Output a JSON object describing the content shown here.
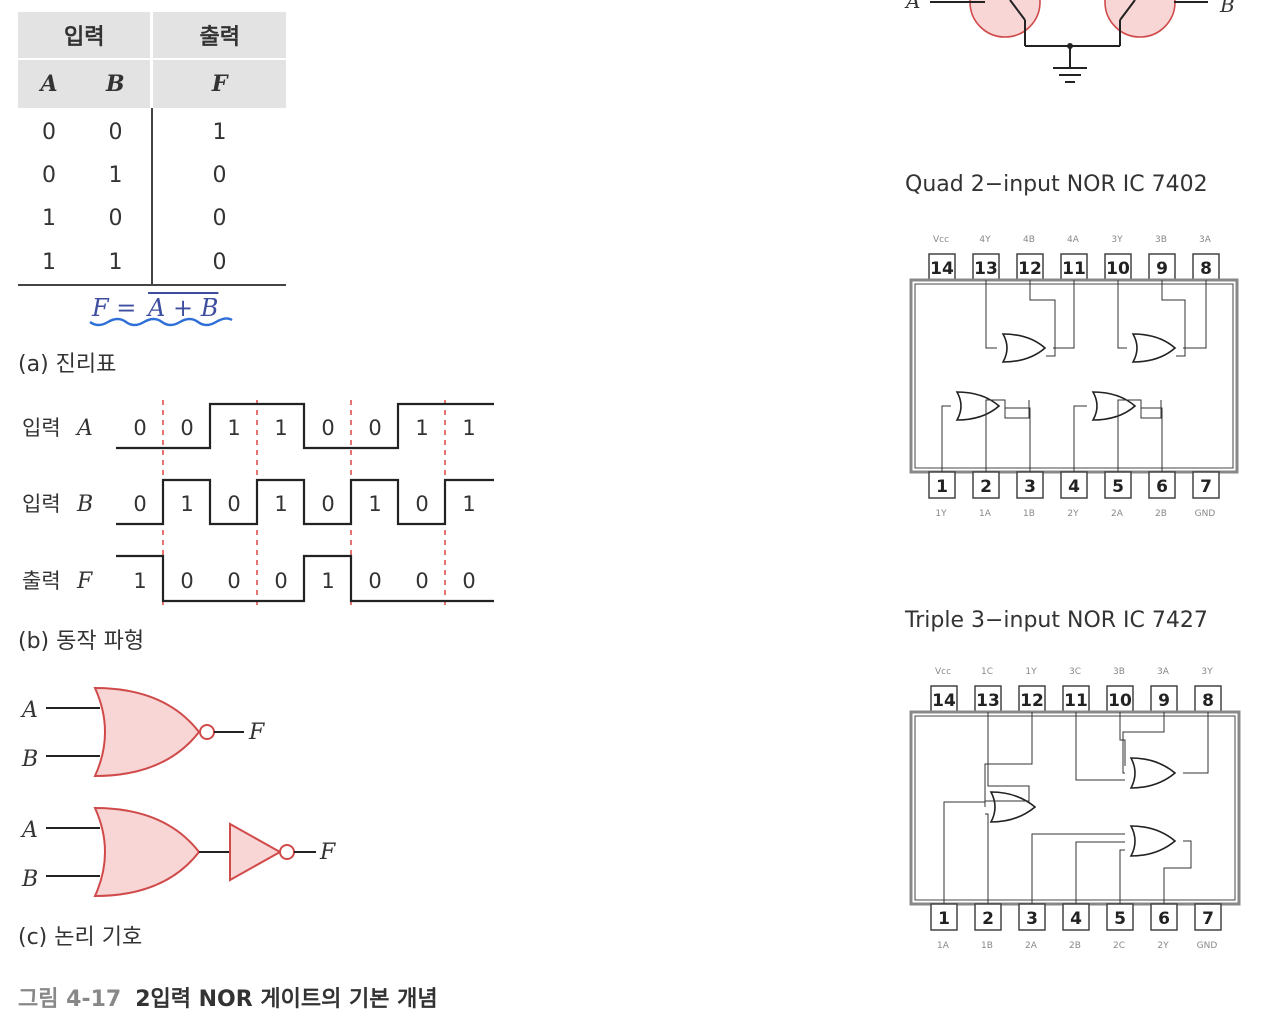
{
  "truth_table": {
    "input_header": "입력",
    "output_header": "출력",
    "columns": [
      "A",
      "B",
      "F"
    ],
    "rows": [
      [
        "0",
        "0",
        "1"
      ],
      [
        "0",
        "1",
        "0"
      ],
      [
        "1",
        "0",
        "0"
      ],
      [
        "1",
        "1",
        "0"
      ]
    ]
  },
  "formula": {
    "lhs": "F =",
    "rhs": "A + B"
  },
  "captions": {
    "a": "(a) 진리표",
    "b": "(b) 동작 파형",
    "c": "(c) 논리 기호",
    "figure_number": "그림 4-17",
    "figure_title": "2입력 NOR 게이트의 기본 개념"
  },
  "waveforms": {
    "signals": [
      {
        "label_prefix": "입력",
        "label_var": "A",
        "values": [
          "0",
          "0",
          "1",
          "1",
          "0",
          "0",
          "1",
          "1"
        ]
      },
      {
        "label_prefix": "입력",
        "label_var": "B",
        "values": [
          "0",
          "1",
          "0",
          "1",
          "0",
          "1",
          "0",
          "1"
        ]
      },
      {
        "label_prefix": "출력",
        "label_var": "F",
        "values": [
          "1",
          "0",
          "0",
          "0",
          "1",
          "0",
          "0",
          "0"
        ]
      }
    ]
  },
  "logic_symbols": {
    "input_a": "A",
    "input_b": "B",
    "output": "F"
  },
  "transistor_labels": {
    "left": "A",
    "right": "B"
  },
  "ic_7402": {
    "title": "Quad 2−input NOR IC 7402",
    "top_pins": [
      "14",
      "13",
      "12",
      "11",
      "10",
      "9",
      "8"
    ],
    "top_labels": [
      "Vcc",
      "4Y",
      "4B",
      "4A",
      "3Y",
      "3B",
      "3A"
    ],
    "bottom_pins": [
      "1",
      "2",
      "3",
      "4",
      "5",
      "6",
      "7"
    ],
    "bottom_labels": [
      "1Y",
      "1A",
      "1B",
      "2Y",
      "2A",
      "2B",
      "GND"
    ]
  },
  "ic_7427": {
    "title": "Triple 3−input NOR IC 7427",
    "top_pins": [
      "14",
      "13",
      "12",
      "11",
      "10",
      "9",
      "8"
    ],
    "top_labels": [
      "Vcc",
      "1C",
      "1Y",
      "3C",
      "3B",
      "3A",
      "3Y"
    ],
    "bottom_pins": [
      "1",
      "2",
      "3",
      "4",
      "5",
      "6",
      "7"
    ],
    "bottom_labels": [
      "1A",
      "1B",
      "2A",
      "2B",
      "2C",
      "2Y",
      "GND"
    ]
  },
  "colors": {
    "gate_fill": "#f8d6d6",
    "gate_stroke": "#d04a4a",
    "dash_line": "#e05050",
    "underline": "#2f6fd8"
  }
}
